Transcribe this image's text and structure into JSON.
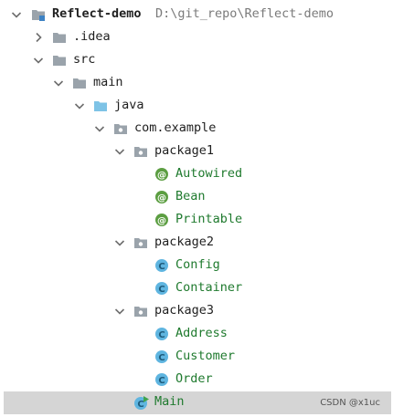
{
  "project": {
    "name": "Reflect-demo",
    "path": "D:\\git_repo\\Reflect-demo"
  },
  "tree": {
    "idea": ".idea",
    "src": "src",
    "main": "main",
    "java": "java",
    "com_example": "com.example",
    "package1": {
      "name": "package1",
      "items": [
        "Autowired",
        "Bean",
        "Printable"
      ],
      "item_type": "annotation"
    },
    "package2": {
      "name": "package2",
      "items": [
        "Config",
        "Container"
      ],
      "item_type": "class"
    },
    "package3": {
      "name": "package3",
      "items": [
        "Address",
        "Customer",
        "Order"
      ],
      "item_type": "class"
    },
    "main_class": "Main"
  },
  "icon_glyphs": {
    "annotation": "@",
    "class": "C"
  },
  "colors": {
    "annotation_icon": "#5c9e42",
    "class_icon": "#5fb5e0",
    "folder_gray": "#9aa3ab",
    "folder_blue": "#7ec3e6",
    "run_marker": "#3fa34d",
    "selection": "#d5d5d5"
  },
  "watermark": "CSDN @x1uc"
}
